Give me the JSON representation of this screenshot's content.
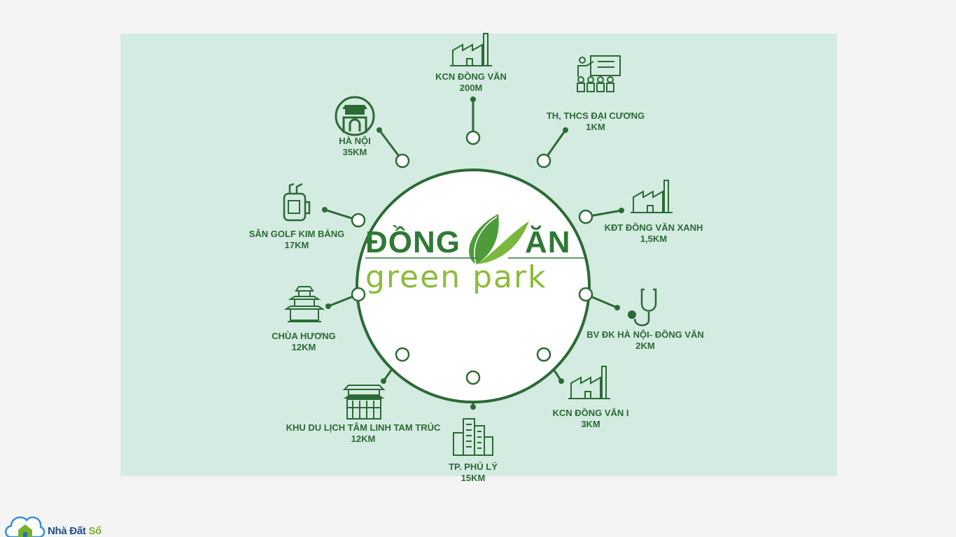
{
  "logo": {
    "line1_left": "ĐỒNG",
    "line1_right": "ĂN",
    "line2": "green park"
  },
  "amenities": [
    {
      "name": "KCN ĐỒNG VĂN",
      "distance": "200M",
      "icon": "factory-icon"
    },
    {
      "name": "TH, THCS ĐẠI CƯƠNG",
      "distance": "1KM",
      "icon": "classroom-icon"
    },
    {
      "name": "KĐT ĐỒNG VĂN XANH",
      "distance": "1,5KM",
      "icon": "factory-icon"
    },
    {
      "name": "BV ĐK HÀ NỘI- ĐỒNG VĂN",
      "distance": "2KM",
      "icon": "stethoscope-icon"
    },
    {
      "name": "KCN ĐỒNG VĂN I",
      "distance": "3KM",
      "icon": "factory-icon"
    },
    {
      "name": "TP. PHỦ LÝ",
      "distance": "15KM",
      "icon": "city-buildings-icon"
    },
    {
      "name": "KHU DU LỊCH TÂM LINH TAM TRÚC",
      "distance": "12KM",
      "icon": "temple-gate-icon"
    },
    {
      "name": "CHÙA HƯƠNG",
      "distance": "12KM",
      "icon": "pagoda-icon"
    },
    {
      "name": "SÂN GOLF KIM BẢNG",
      "distance": "17KM",
      "icon": "golf-bag-icon"
    },
    {
      "name": "HÀ NỘI",
      "distance": "35KM",
      "icon": "hanoi-gate-icon"
    }
  ],
  "brand": {
    "name_part1": "Nhà Đất ",
    "name_part2": "Số"
  },
  "colors": {
    "dark_green": "#2c6a35",
    "light_green": "#8dbb3a",
    "background": "#d4ebe1",
    "page": "#f4f4f4"
  }
}
